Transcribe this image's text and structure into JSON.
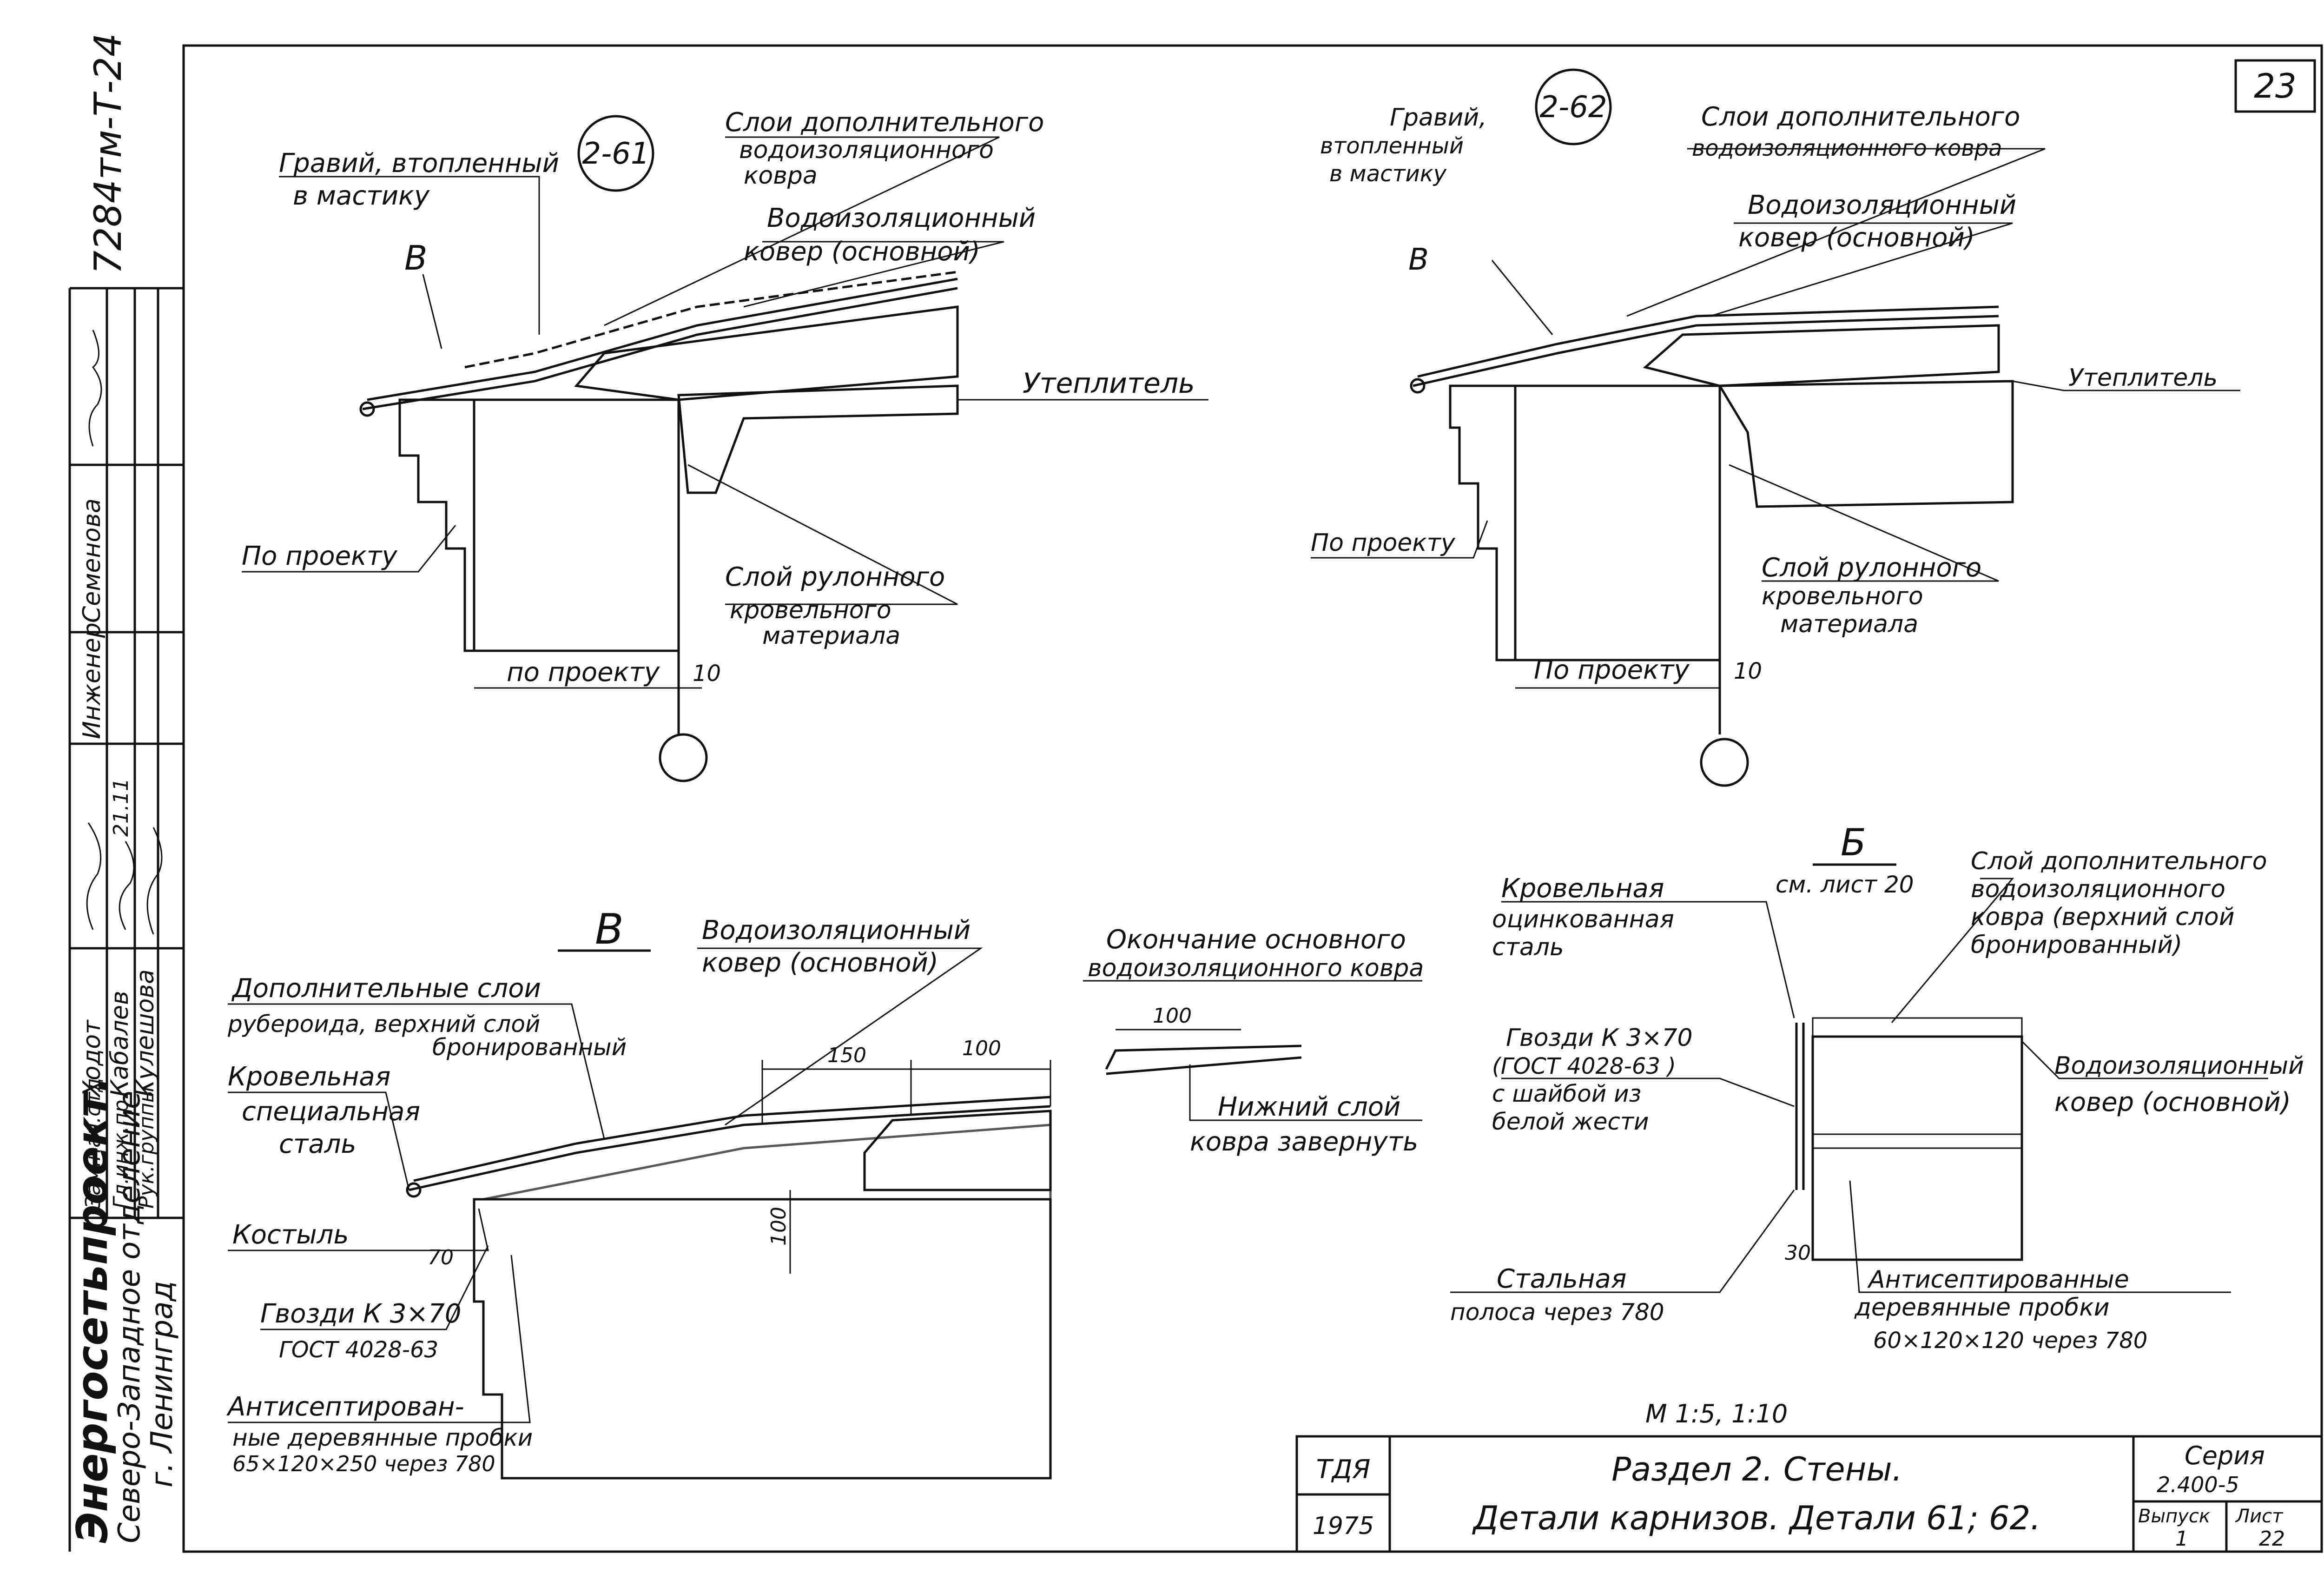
{
  "sheet_number": "23",
  "side_stamp": {
    "code": "7284тм-Т-24",
    "org_main": "Энергосетьпроект.",
    "org_sub": "Северо-Западное отделение",
    "org_city": "г. Ленинград",
    "roles": [
      "Зам.нач.отд",
      "Гл.инж.пр.",
      "Рук.группы"
    ],
    "names": [
      "Ходот",
      "Кабалев",
      "Кулешова"
    ],
    "role2": "Инженер",
    "name2": "Семенова",
    "date": "21.11"
  },
  "detail_61": {
    "tag": "2-61",
    "labels": {
      "gravel": "Гравий, втопленный",
      "gravel2": "в мастику",
      "add_layers": "Слои дополнительного",
      "add_layers2": "водоизоляционного",
      "add_layers3": "ковра",
      "main_carpet": "Водоизоляционный",
      "main_carpet2": "ковер (основной)",
      "insulation": "Утеплитель",
      "b_mark": "В",
      "by_project_left": "По проекту",
      "roll_layer": "Слой рулонного",
      "roll_layer2": "кровельного",
      "roll_layer3": "материала",
      "by_project_dim": "по проекту",
      "dim_10": "10"
    }
  },
  "detail_62": {
    "tag": "2-62",
    "labels": {
      "gravel": "Гравий,",
      "gravel2": "втопленный",
      "gravel3": "в мастику",
      "add_layers": "Слои дополнительного",
      "add_layers2": "водоизоляционного ковра",
      "main_carpet": "Водоизоляционный",
      "main_carpet2": "ковер (основной)",
      "insulation": "Утеплитель",
      "b_mark": "В",
      "by_project_left": "По проекту",
      "roll_layer": "Слой рулонного",
      "roll_layer2": "кровельного",
      "roll_layer3": "материала",
      "by_project_dim": "По проекту",
      "dim_10": "10"
    }
  },
  "detail_v": {
    "title": "В",
    "labels": {
      "main_carpet": "Водоизоляционный",
      "main_carpet2": "ковер (основной)",
      "add_layers": "Дополнительные слои",
      "add_layers2": "рубероида, верхний слой",
      "add_layers3": "бронированный",
      "roof_steel": "Кровельная",
      "roof_steel2": "специальная",
      "roof_steel3": "сталь",
      "crutch": "Костыль",
      "nails": "Гвозди К 3×70",
      "nails2": "ГОСТ 4028-63",
      "plugs": "Антисептирован-",
      "plugs2": "ные деревянные пробки",
      "plugs3": "65×120×250 через 780",
      "dim_150": "150",
      "dim_100": "100",
      "dim_70": "70",
      "dim_100v": "100"
    }
  },
  "detail_end": {
    "title": "Окончание основного",
    "title2": "водоизоляционного ковра",
    "dim_100": "100",
    "note": "Нижний слой",
    "note2": "ковра завернуть"
  },
  "detail_b": {
    "title": "Б",
    "ref": "см. лист 20",
    "labels": {
      "galv_steel": "Кровельная",
      "galv_steel2": "оцинкованная",
      "galv_steel3": "сталь",
      "add_layers": "Слой дополнительного",
      "add_layers2": "водоизоляционного",
      "add_layers3": "ковра (верхний слой",
      "add_layers4": "бронированный)",
      "nails": "Гвозди К 3×70",
      "nails2": "(ГОСТ 4028-63 )",
      "nails3": "с шайбой из",
      "nails4": "белой жести",
      "main_carpet": "Водоизоляционный",
      "main_carpet2": "ковер (основной)",
      "strip": "Стальная",
      "strip2": "полоса через 780",
      "plugs": "Антисептированные",
      "plugs2": "деревянные пробки",
      "plugs3": "60×120×120 через 780",
      "dim_30": "30"
    }
  },
  "scale": "М 1:5, 1:10",
  "title_block": {
    "org": "ТДЯ",
    "year": "1975",
    "line1": "Раздел 2. Стены.",
    "line2": "Детали карнизов. Детали 61; 62.",
    "series_label": "Серия",
    "series": "2.400-5",
    "issue_label": "Выпуск",
    "issue": "1",
    "sheet_label": "Лист",
    "sheet": "22"
  }
}
